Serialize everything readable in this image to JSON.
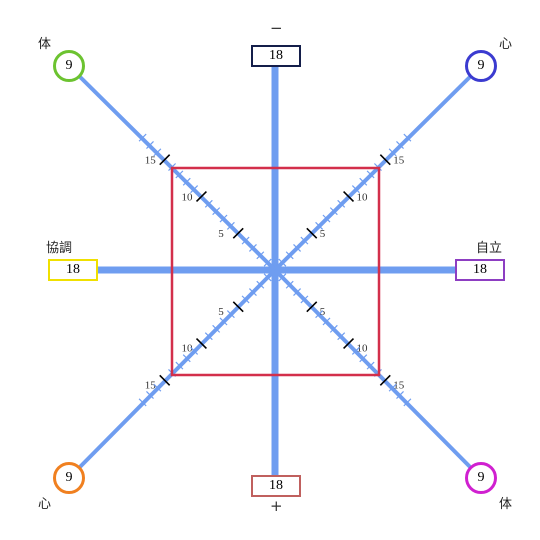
{
  "colors": {
    "axis": "#6f9df0",
    "square": "#d32f4b",
    "tick": "#000000",
    "tick_label": "#333333"
  },
  "axes": {
    "top": {
      "sign": "−",
      "value": "18",
      "box_color": "#141e4a"
    },
    "bottom": {
      "sign": "+",
      "value": "18",
      "box_color": "#c0605e"
    },
    "left": {
      "label": "協調",
      "value": "18",
      "box_color": "#f0e000"
    },
    "right": {
      "label": "自立",
      "value": "18",
      "box_color": "#8d3ec2"
    }
  },
  "diagonals": {
    "top_left": {
      "label": "体",
      "value": "9",
      "circle_color": "#6cc330"
    },
    "top_right": {
      "label": "心",
      "value": "9",
      "circle_color": "#3b3bd0"
    },
    "bottom_left": {
      "label": "心",
      "value": "9",
      "circle_color": "#f08020"
    },
    "bottom_right": {
      "label": "体",
      "value": "9",
      "circle_color": "#d020d0"
    }
  },
  "tick_labels": [
    "5",
    "10",
    "15"
  ]
}
